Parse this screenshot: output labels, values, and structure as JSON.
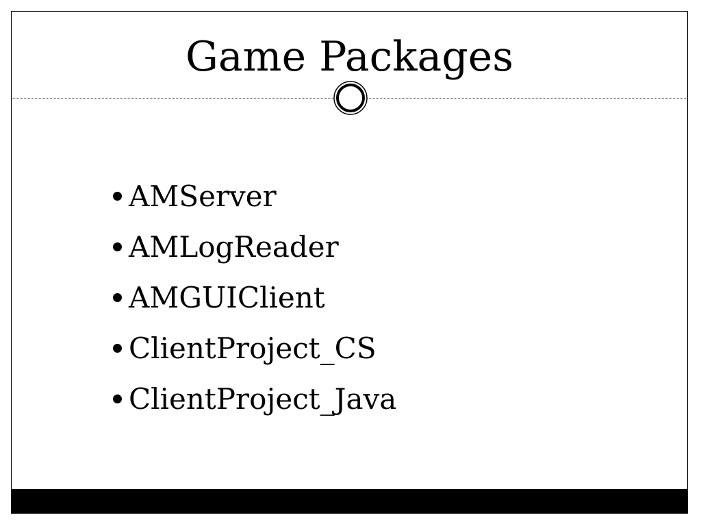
{
  "slide": {
    "title": "Game Packages",
    "bullets": [
      "AMServer",
      "AMLogReader",
      "AMGUIClient",
      "ClientProject_CS",
      "ClientProject_Java"
    ],
    "ornament_icon": "double-circle-icon",
    "colors": {
      "text": "#000000",
      "background": "#ffffff",
      "footer_bar": "#000000",
      "divider": "#555555"
    }
  }
}
